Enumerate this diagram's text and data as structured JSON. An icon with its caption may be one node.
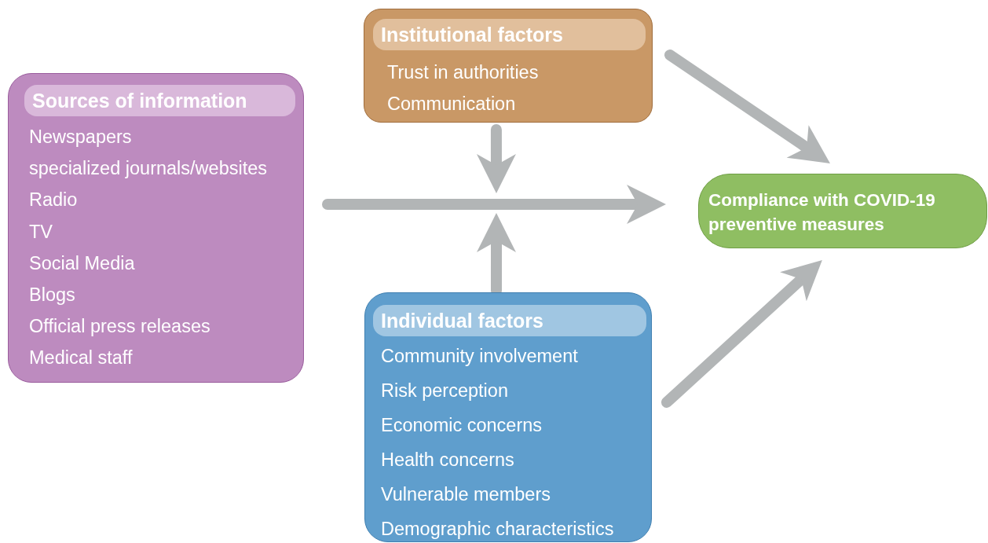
{
  "diagram": {
    "nodes": [
      {
        "text": [
          "Sources of information",
          "Newspapers",
          "specialized journals/websites",
          "Radio",
          "TV",
          "Social Media",
          "Blogs",
          "Official press releases",
          "Medical staff"
        ]
      },
      {
        "text": [
          "Institutional factors",
          "Trust in authorities",
          "Communication"
        ]
      },
      {
        "text": [
          "Individual factors",
          "Community involvement",
          "Risk perception",
          "Economic concerns",
          "Health concerns",
          "Vulnerable members",
          "Demographic characteristics"
        ]
      },
      {
        "text": [
          "Compliance with COVID-19 preventive measures"
        ]
      }
    ],
    "edges": [
      {
        "from": 0,
        "to": 3,
        "arrow": "to"
      },
      {
        "from": 1,
        "to": 3,
        "arrow": "to"
      },
      {
        "from": 2,
        "to": 3,
        "arrow": "to"
      },
      {
        "from": 1,
        "to": null,
        "arrow": "to"
      },
      {
        "from": 2,
        "to": null,
        "arrow": "to"
      }
    ]
  }
}
